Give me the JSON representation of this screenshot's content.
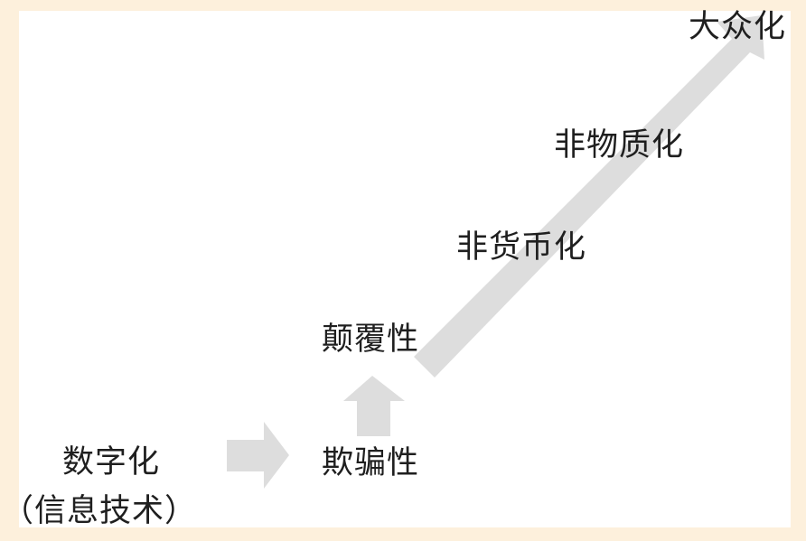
{
  "diagram": {
    "type": "progression-flow",
    "colors": {
      "page_background": "#fdf0dc",
      "canvas_background": "#ffffff",
      "arrow_fill": "#dddddd",
      "text": "#1f1f1f"
    },
    "nodes": {
      "start": {
        "title": "数字化",
        "subtitle": "（信息技术）"
      },
      "deception": {
        "label": "欺骗性"
      },
      "disruption": {
        "label": "颠覆性"
      },
      "demonetization": {
        "label": "非货币化"
      },
      "dematerialization": {
        "label": "非物质化"
      },
      "democratization": {
        "label": "大众化"
      }
    },
    "arrows": [
      {
        "from": "数字化",
        "to": "欺骗性",
        "direction": "right"
      },
      {
        "from": "欺骗性",
        "to": "颠覆性",
        "direction": "up"
      },
      {
        "from": "颠覆性",
        "to": "大众化",
        "direction": "diagonal-up-right"
      }
    ]
  }
}
